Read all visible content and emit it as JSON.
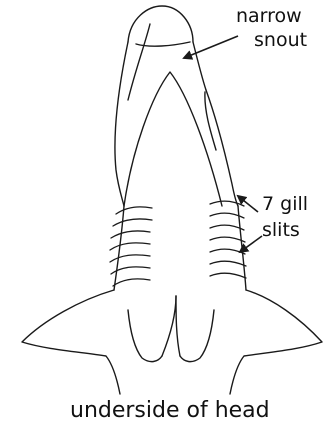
{
  "labels": {
    "snout_line1": "narrow",
    "snout_line2": "snout",
    "gill_line1": "7 gill",
    "gill_line2": "slits",
    "caption": "underside of head"
  },
  "colors": {
    "line": "#1a1a1a",
    "background": "#ffffff"
  }
}
